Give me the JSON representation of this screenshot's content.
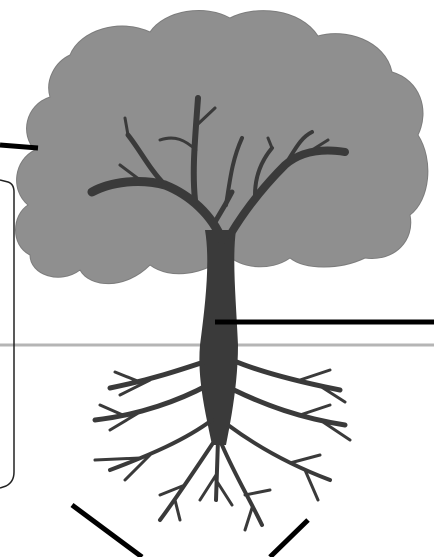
{
  "diagram": {
    "subject": "tree-parts",
    "colors": {
      "canopy": "#8f8f8f",
      "canopy_edge": "#7c7c7c",
      "trunk": "#3a3a3a",
      "ground_line": "#b5b5b5",
      "leader_lines": "#000000",
      "label_box_border": "#222222",
      "background": "#ffffff"
    },
    "label_blanks": [
      {
        "id": "crown-label-blank",
        "text": ""
      },
      {
        "id": "trunk-label-blank",
        "text": ""
      },
      {
        "id": "roots-label-blank",
        "text": ""
      }
    ]
  }
}
